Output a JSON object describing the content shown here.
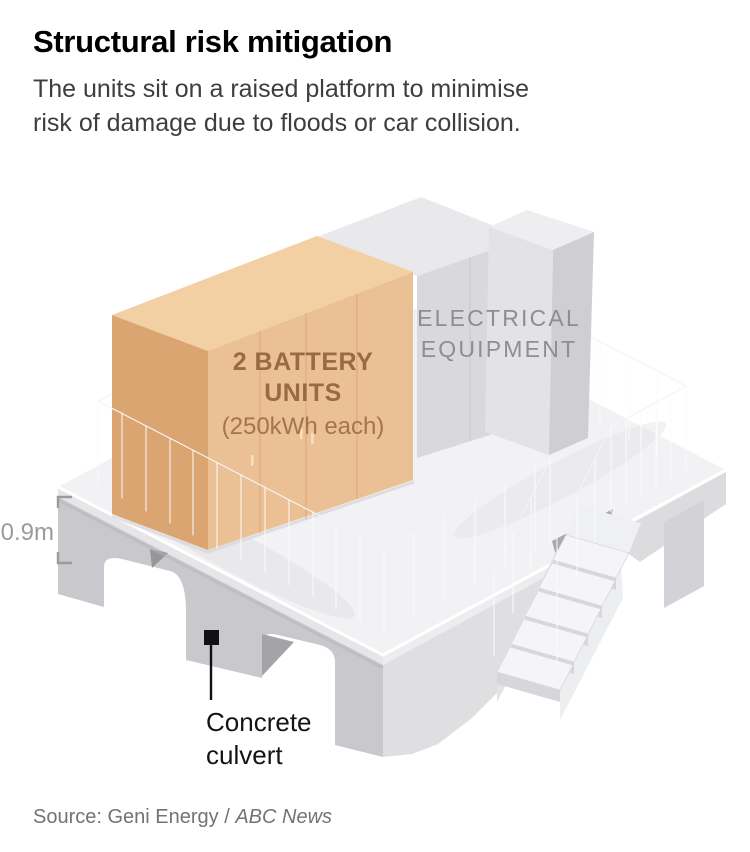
{
  "header": {
    "title": "Structural risk mitigation",
    "subtitle_line1": "The units sit on a raised platform to minimise",
    "subtitle_line2": "risk of damage due to floods or car collision."
  },
  "diagram": {
    "battery_line1": "2 BATTERY",
    "battery_line2": "UNITS",
    "battery_line3": "(250kWh each)",
    "equipment_line1": "ELECTRICAL",
    "equipment_line2": "EQUIPMENT",
    "height_label": "0.9m",
    "culvert_line1": "Concrete",
    "culvert_line2": "culvert"
  },
  "source": {
    "prefix": "Source: Geni Energy / ",
    "publication": "ABC News"
  },
  "colors": {
    "battery_unit_front": "#ecc095",
    "battery_unit_top": "#f3cfa4",
    "battery_unit_side": "#dba572",
    "battery_label": "#9a6a45",
    "equipment_fill": "#d9d9dd",
    "equipment_label": "#8e8e90",
    "platform_deck": "#f2f2f4",
    "support_structure": "#c9c9cd",
    "railing": "#fbfbfd",
    "text_primary": "#000000",
    "text_secondary": "#3e3e3e",
    "dimension_label": "#9b9b9b",
    "source_text": "#737373"
  }
}
